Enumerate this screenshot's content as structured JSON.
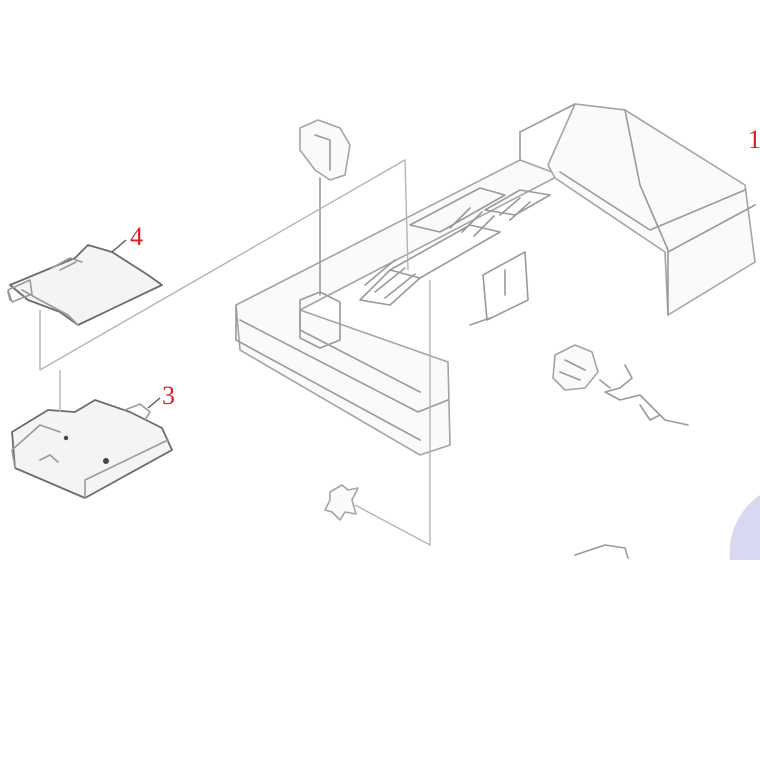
{
  "callouts": {
    "part_1": "1",
    "part_3": "3",
    "part_4": "4"
  },
  "colors": {
    "callout": "#e02020",
    "line": "#9a9a9a",
    "accent_shape": "#d8d8f0"
  }
}
